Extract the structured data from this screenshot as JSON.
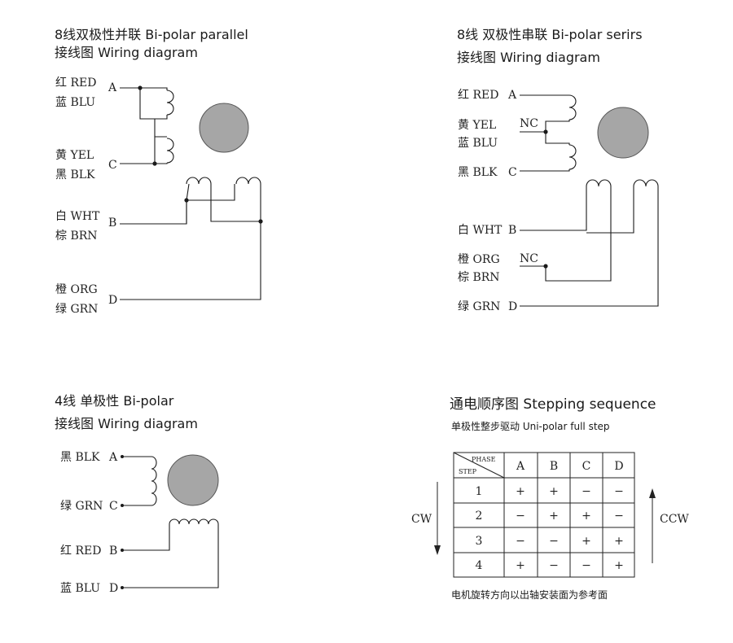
{
  "diagrams": {
    "parallel": {
      "title1": "8线双极性并联 Bi-polar parallel",
      "title2": "接线图 Wiring diagram",
      "wires": [
        {
          "label": "红 RED",
          "terminal": "A"
        },
        {
          "label": "蓝 BLU",
          "terminal": ""
        },
        {
          "label": "黄 YEL",
          "terminal": "C"
        },
        {
          "label": "黑 BLK",
          "terminal": ""
        },
        {
          "label": "白 WHT",
          "terminal": "B"
        },
        {
          "label": "棕 BRN",
          "terminal": ""
        },
        {
          "label": "橙 ORG",
          "terminal": "D"
        },
        {
          "label": "绿 GRN",
          "terminal": ""
        }
      ]
    },
    "series": {
      "title1": "8线  双极性串联 Bi-polar serirs",
      "title2": "接线图 Wiring diagram",
      "wires": [
        {
          "label": "红 RED",
          "terminal": "A"
        },
        {
          "label": "黄 YEL",
          "terminal": ""
        },
        {
          "label": "蓝 BLU",
          "terminal": ""
        },
        {
          "label": "黑 BLK",
          "terminal": "C"
        },
        {
          "label": "白 WHT",
          "terminal": "B"
        },
        {
          "label": "橙 ORG",
          "terminal": ""
        },
        {
          "label": "棕 BRN",
          "terminal": ""
        },
        {
          "label": "绿 GRN",
          "terminal": "D"
        }
      ],
      "nc_top": "NC",
      "nc_bottom": "NC"
    },
    "four_wire": {
      "title1": "4线 单极性 Bi-polar",
      "title2": "接线图 Wiring diagram",
      "wires": [
        {
          "label": "黑 BLK",
          "terminal": "A"
        },
        {
          "label": "绿 GRN",
          "terminal": "C"
        },
        {
          "label": "红 RED",
          "terminal": "B"
        },
        {
          "label": "蓝 BLU",
          "terminal": "D"
        }
      ]
    },
    "sequence": {
      "title": "通电顺序图  Stepping sequence",
      "subtitle": "单极性整步驱动  Uni-polar full step",
      "corner_phase": "PHASE",
      "corner_step": "STEP",
      "phases": [
        "A",
        "B",
        "C",
        "D"
      ],
      "rows": [
        {
          "step": "1",
          "cells": [
            "+",
            "+",
            "−",
            "−"
          ]
        },
        {
          "step": "2",
          "cells": [
            "−",
            "+",
            "+",
            "−"
          ]
        },
        {
          "step": "3",
          "cells": [
            "−",
            "−",
            "+",
            "+"
          ]
        },
        {
          "step": "4",
          "cells": [
            "+",
            "−",
            "−",
            "+"
          ]
        }
      ],
      "cw": "CW",
      "ccw": "CCW",
      "note": "电机旋转方向以出轴安装面为参考面"
    }
  }
}
